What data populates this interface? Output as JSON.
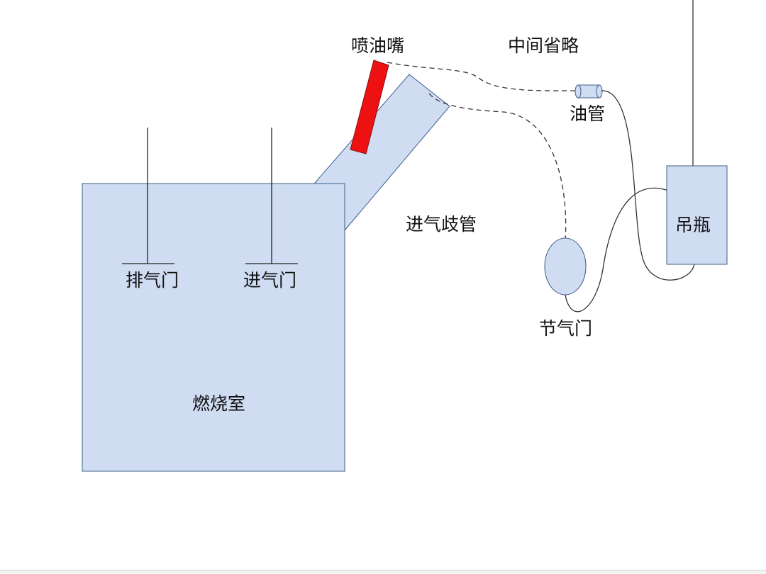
{
  "labels": {
    "exhaust_valve": "排气门",
    "intake_valve": "进气门",
    "combustion_chamber": "燃烧室",
    "injector": "喷油嘴",
    "intake_manifold": "进气歧管",
    "omitted": "中间省略",
    "fuel_line": "油管",
    "hanging_bottle": "吊瓶",
    "throttle": "节气门"
  },
  "colors": {
    "component_fill": "#cfdcf2",
    "component_stroke": "#3e5f8a",
    "injector_fill": "#ee1111",
    "line": "#333333"
  }
}
